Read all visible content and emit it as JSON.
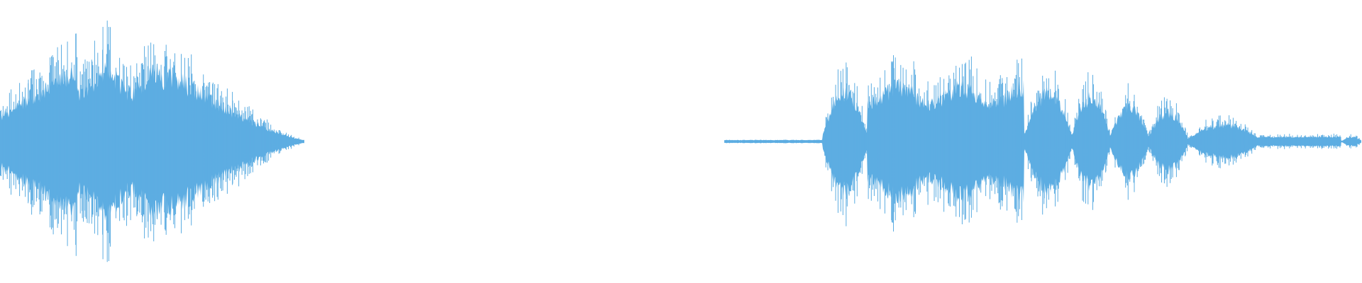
{
  "waveform": {
    "color": "#5dade2",
    "background": "#ffffff",
    "segments": [
      {
        "name": "burst-1",
        "start": 0.0,
        "end": 0.224,
        "peak": 0.92,
        "envelope": "attack-plateau-decay",
        "onset_amp": 0.33,
        "tail_amp": 0.02
      },
      {
        "name": "silence-1",
        "start": 0.224,
        "end": 0.532,
        "peak": 0.0,
        "envelope": "silent"
      },
      {
        "name": "low-tone-lead-in",
        "start": 0.532,
        "end": 0.604,
        "peak": 0.02,
        "envelope": "flat"
      },
      {
        "name": "burst-2-onset",
        "start": 0.604,
        "end": 0.637,
        "peak": 0.64,
        "envelope": "hump"
      },
      {
        "name": "burst-2-body",
        "start": 0.637,
        "end": 0.752,
        "peak": 0.72,
        "envelope": "plateau"
      },
      {
        "name": "pulse-1",
        "start": 0.752,
        "end": 0.787,
        "peak": 0.64,
        "envelope": "hump"
      },
      {
        "name": "pulse-2",
        "start": 0.787,
        "end": 0.815,
        "peak": 0.58,
        "envelope": "hump"
      },
      {
        "name": "pulse-3",
        "start": 0.815,
        "end": 0.843,
        "peak": 0.46,
        "envelope": "hump"
      },
      {
        "name": "pulse-4",
        "start": 0.843,
        "end": 0.872,
        "peak": 0.38,
        "envelope": "hump"
      },
      {
        "name": "pulse-5",
        "start": 0.872,
        "end": 0.925,
        "peak": 0.22,
        "envelope": "hump"
      },
      {
        "name": "tail-hum",
        "start": 0.925,
        "end": 0.985,
        "peak": 0.06,
        "envelope": "flat"
      },
      {
        "name": "end-pulse",
        "start": 0.985,
        "end": 1.0,
        "peak": 0.06,
        "envelope": "hump"
      }
    ]
  }
}
